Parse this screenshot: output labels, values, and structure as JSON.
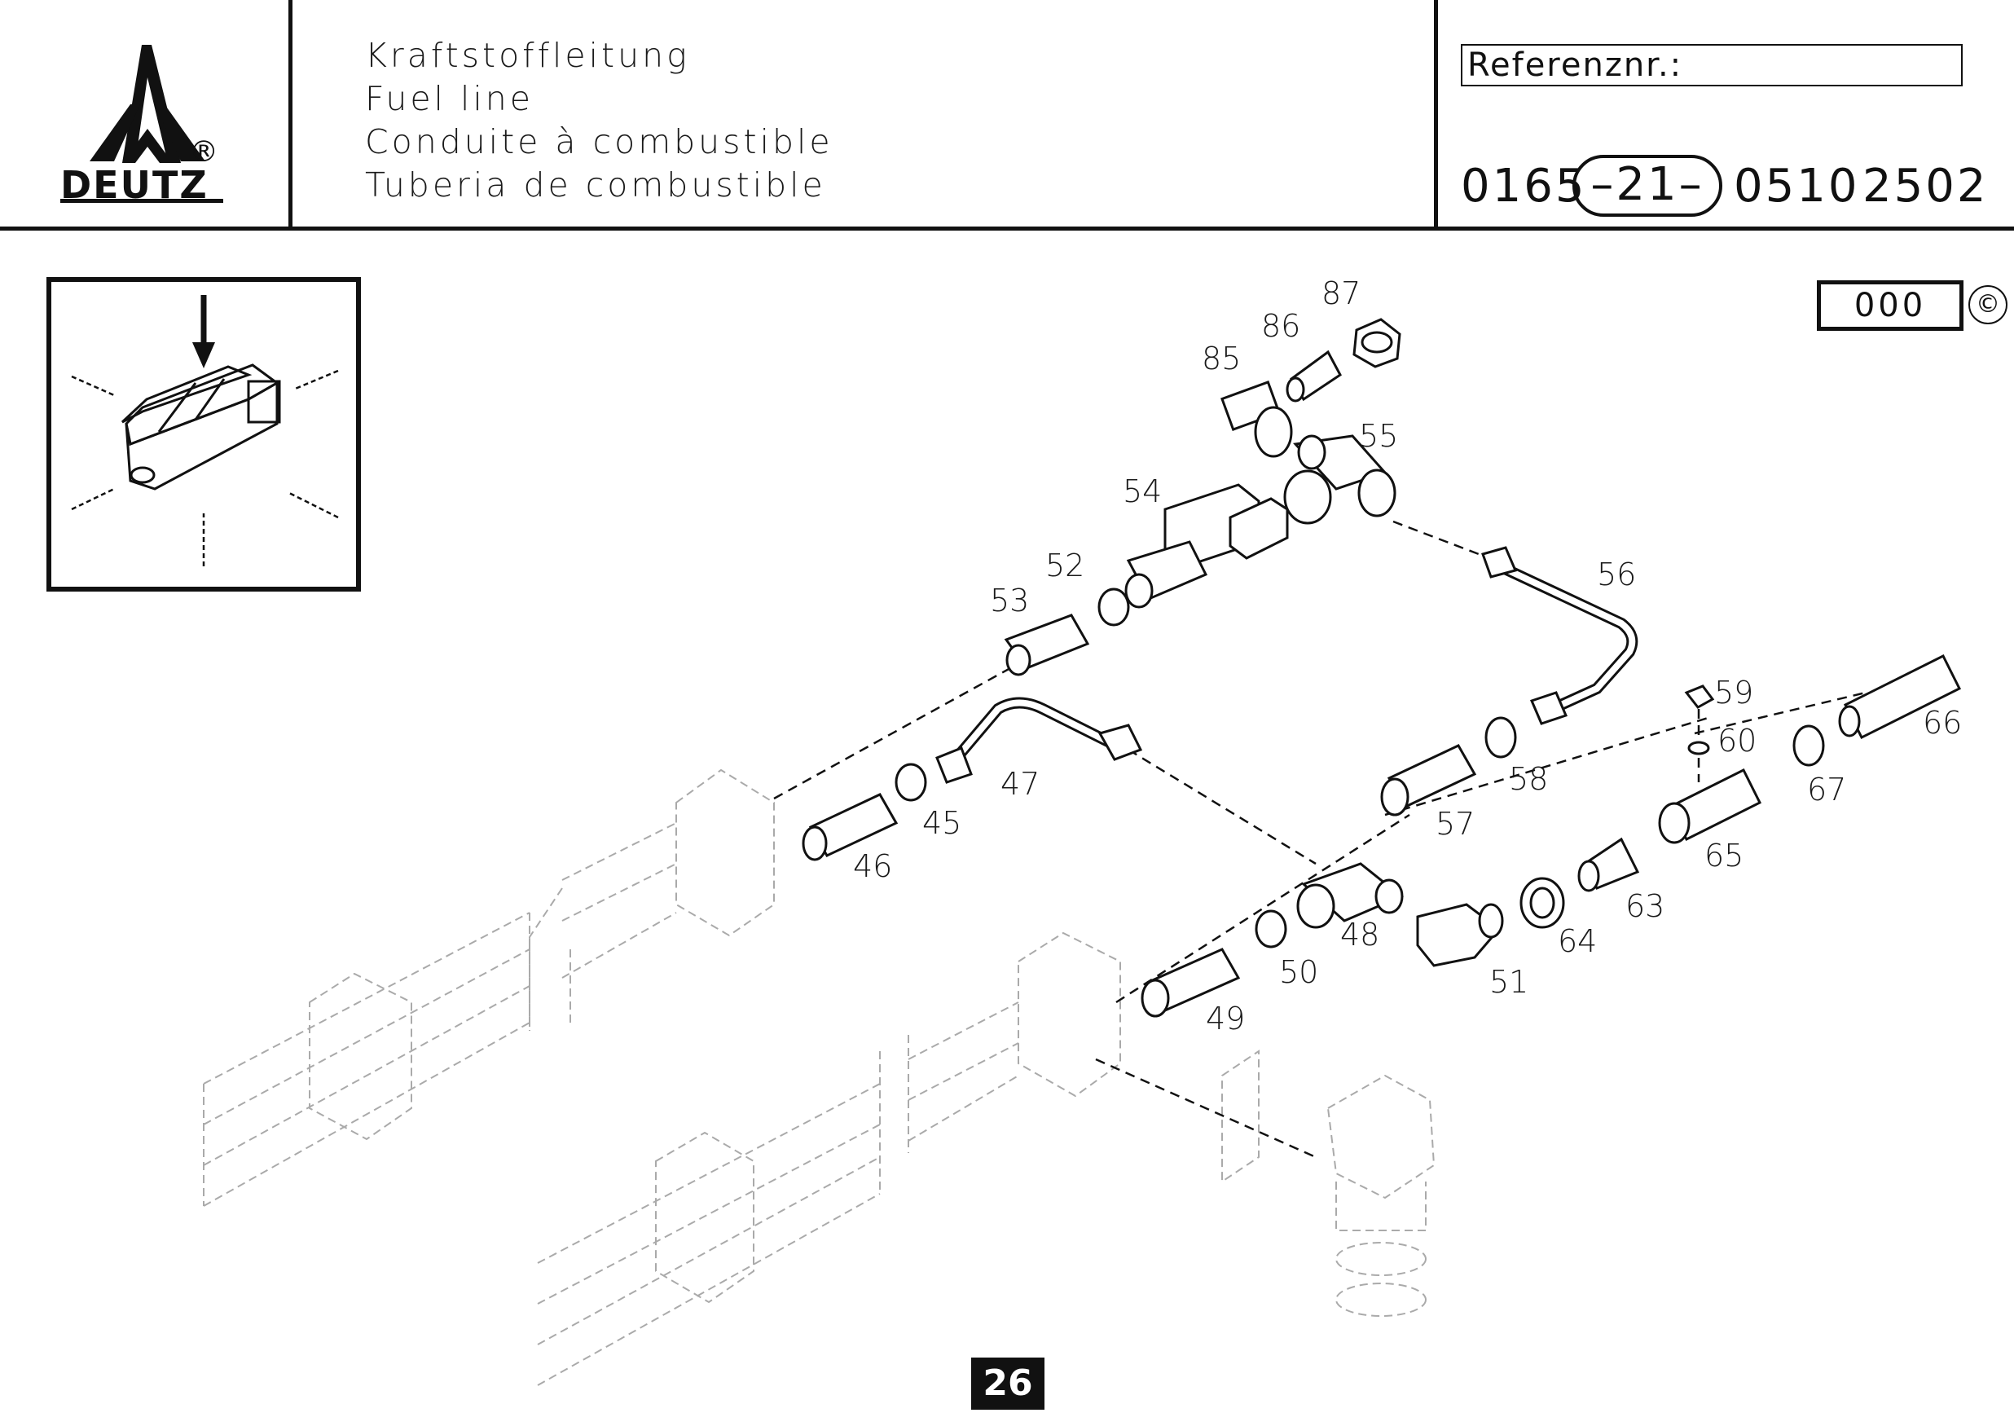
{
  "header": {
    "brand": "DEUTZ",
    "registered": "®",
    "titles": [
      "Kraftstoffleitung",
      "Fuel line",
      "Conduite à combustible",
      "Tuberia de combustible"
    ],
    "reference_label": "Referenznr.:",
    "doc_number": {
      "part1": "0165",
      "segment": "–21–",
      "part2": "0510",
      "part3": "2502"
    }
  },
  "code_box": "000",
  "copyright": "©",
  "page_number": "26",
  "callouts": [
    "87",
    "86",
    "85",
    "55",
    "54",
    "52",
    "53",
    "56",
    "59",
    "60",
    "66",
    "67",
    "65",
    "47",
    "45",
    "46",
    "58",
    "57",
    "63",
    "64",
    "48",
    "50",
    "51",
    "49"
  ]
}
